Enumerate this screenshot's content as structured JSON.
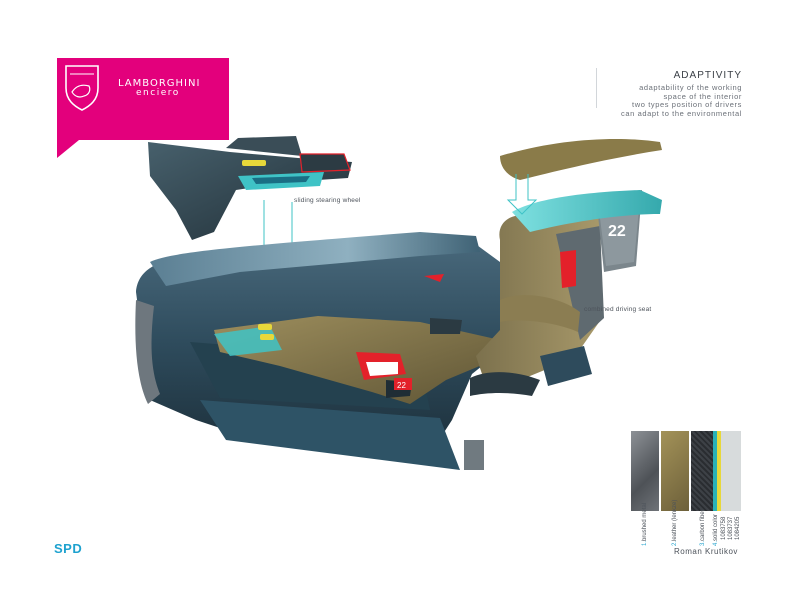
{
  "brand": {
    "name": "LAMBORGHINI",
    "model": "enciero",
    "flag_color": "#e3007c"
  },
  "header": {
    "title": "ADAPTIVITY",
    "description_lines": [
      "adaptability of the working",
      "space of the interior",
      "two types position of drivers",
      "can adapt to the environmental"
    ]
  },
  "callouts": {
    "steering": "sliding stearing wheel",
    "seat": "combined driving seat",
    "seat_number": "22",
    "dash_number": "22"
  },
  "materials": [
    {
      "num": "1.",
      "label": "brushed metal",
      "color": "#6f7378"
    },
    {
      "num": "2.",
      "label": "leather (lenkze)",
      "color": "#8c7d4c"
    },
    {
      "num": "3.",
      "label": "carbon fiber",
      "color": "#3d4146"
    },
    {
      "num": "4.",
      "label": "solid color",
      "color": "#2ab2b8"
    }
  ],
  "material_codes": [
    "1083758",
    "1083737",
    "1084205"
  ],
  "accent_colors": {
    "teal": "#3fc3c6",
    "red": "#e3212a",
    "yellow": "#e7d83a"
  },
  "footer": {
    "logo": "SPD",
    "author": "Roman Krutikov"
  }
}
